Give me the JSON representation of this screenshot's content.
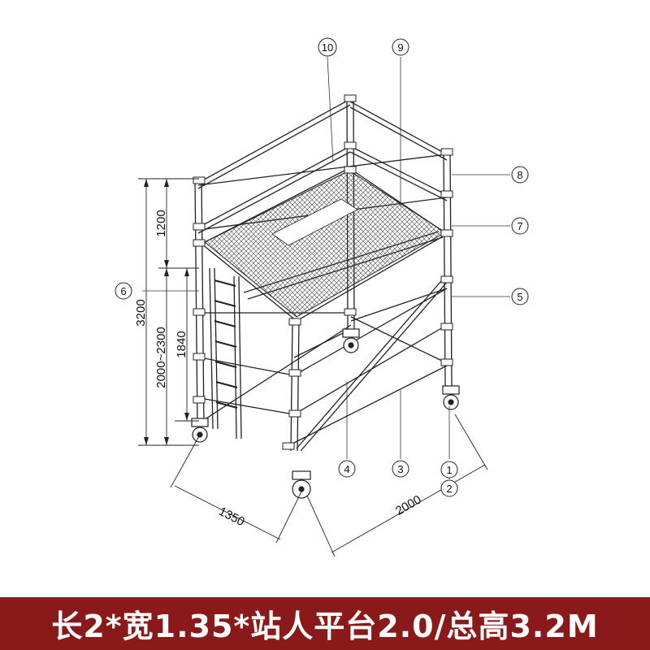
{
  "callouts": [
    "1",
    "2",
    "3",
    "4",
    "5",
    "6",
    "7",
    "8",
    "9",
    "10"
  ],
  "dimensions": {
    "width": "1350",
    "length": "2000",
    "total_height": "3200",
    "upper": "1200",
    "platform_range": "2000~2300",
    "lower": "1840"
  },
  "caption": "长2*宽1.35*站人平台2.0/总高3.2M",
  "colors": {
    "caption_bg": "#8a1a1a",
    "caption_fg": "#ffffff",
    "line": "#222222"
  }
}
